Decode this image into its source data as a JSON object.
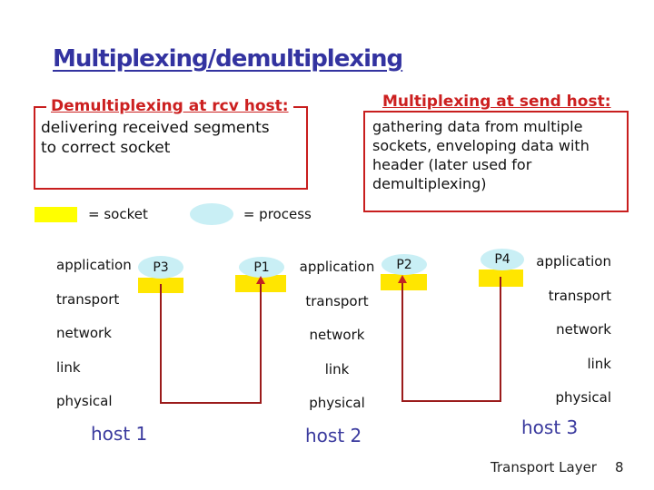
{
  "title": "Multiplexing/demultiplexing",
  "demux_box": {
    "heading": "Demultiplexing at rcv host:",
    "body": "delivering received segments\nto correct socket"
  },
  "mux_box": {
    "heading": "Multiplexing at send host:",
    "body": "gathering data from multiple\nsockets, enveloping data with\nheader (later used for\ndemultiplexing)"
  },
  "legend": {
    "socket_label": "= socket",
    "process_label": "= process"
  },
  "layers": [
    "application",
    "transport",
    "network",
    "link",
    "physical"
  ],
  "hosts": [
    {
      "name": "host 1"
    },
    {
      "name": "host 2"
    },
    {
      "name": "host 3"
    }
  ],
  "processes": [
    {
      "id": "P3"
    },
    {
      "id": "P1"
    },
    {
      "id": "P2"
    },
    {
      "id": "P4"
    }
  ],
  "footer": {
    "label": "Transport Layer",
    "page": "8"
  },
  "colors": {
    "title_blue": "#3333a0",
    "heading_red": "#cc2020",
    "box_border_red": "#c81e1e",
    "connector_red": "#9b1b1b",
    "arrow_red": "#c42222",
    "socket_yellow": "#ffe600",
    "legend_yellow": "#ffff00",
    "process_cyan": "#c9eff5"
  }
}
